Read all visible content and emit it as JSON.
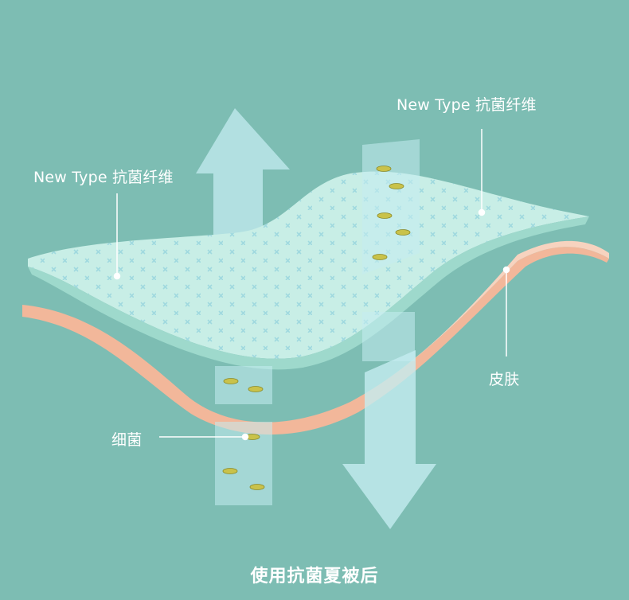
{
  "labels": {
    "fiber_left": "New Type 抗菌纤维",
    "fiber_right": "New Type 抗菌纤维",
    "skin": "皮肤",
    "bacteria": "细菌"
  },
  "caption": "使用抗菌夏被后",
  "colors": {
    "background": "#7dbdb3",
    "fabric_layer": "#c8eee6",
    "fabric_edge": "#9ed9cc",
    "skin_layer": "#f2b79a",
    "skin_edge": "#f7d3bf",
    "arrow": "#c4ecf0",
    "bacteria": "#c9c24a"
  }
}
